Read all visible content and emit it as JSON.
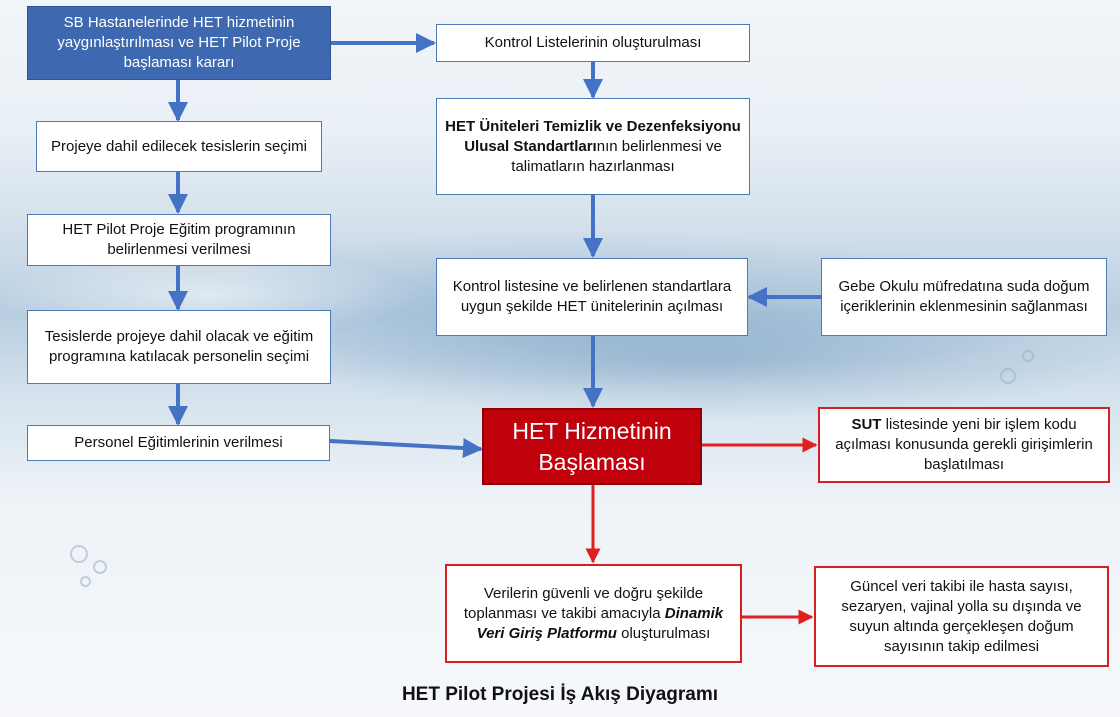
{
  "nodes": {
    "start": "SB Hastanelerinde HET hizmetinin yaygınlaştırılması ve HET Pilot Proje başlaması kararı",
    "facility": "Projeye dahil edilecek tesislerin seçimi",
    "training_program": "HET Pilot Proje Eğitim programının belirlenmesi verilmesi",
    "staff_selection": "Tesislerde projeye dahil olacak ve eğitim programına katılacak personelin seçimi",
    "staff_training": "Personel Eğitimlerinin verilmesi",
    "checklists": "Kontrol Listelerinin oluşturulması",
    "standards": {
      "bold": "HET Üniteleri Temizlik ve Dezenfeksiyonu Ulusal Standartları",
      "rest": "nın belirlenmesi ve talimatların hazırlanması"
    },
    "units_open": "Kontrol listesine ve belirlenen standartlara uygun şekilde HET ünitelerinin açılması",
    "gebe": "Gebe Okulu müfredatına suda doğum içeriklerinin eklenmesinin sağlanması",
    "main": "HET Hizmetinin Başlaması",
    "sut": {
      "bold": "SUT",
      "rest": " listesinde yeni bir işlem kodu açılması konusunda gerekli girişimlerin başlatılması"
    },
    "platform": {
      "pre": "Verilerin güvenli ve doğru şekilde toplanması ve takibi amacıyla ",
      "emph": "Dinamik Veri Giriş Platformu",
      "post": " oluşturulması"
    },
    "tracking": "Güncel veri takibi ile hasta sayısı, sezaryen, vajinal yolla su dışında ve suyun altında gerçekleşen doğum sayısının takip edilmesi"
  },
  "caption": "HET Pilot Projesi İş Akış Diyagramı",
  "colors": {
    "blue_arrow": "#4472c4",
    "red_arrow": "#e02020",
    "start_fill": "#3e68b0",
    "main_fill": "#c0000a",
    "red_border": "#d42020"
  }
}
